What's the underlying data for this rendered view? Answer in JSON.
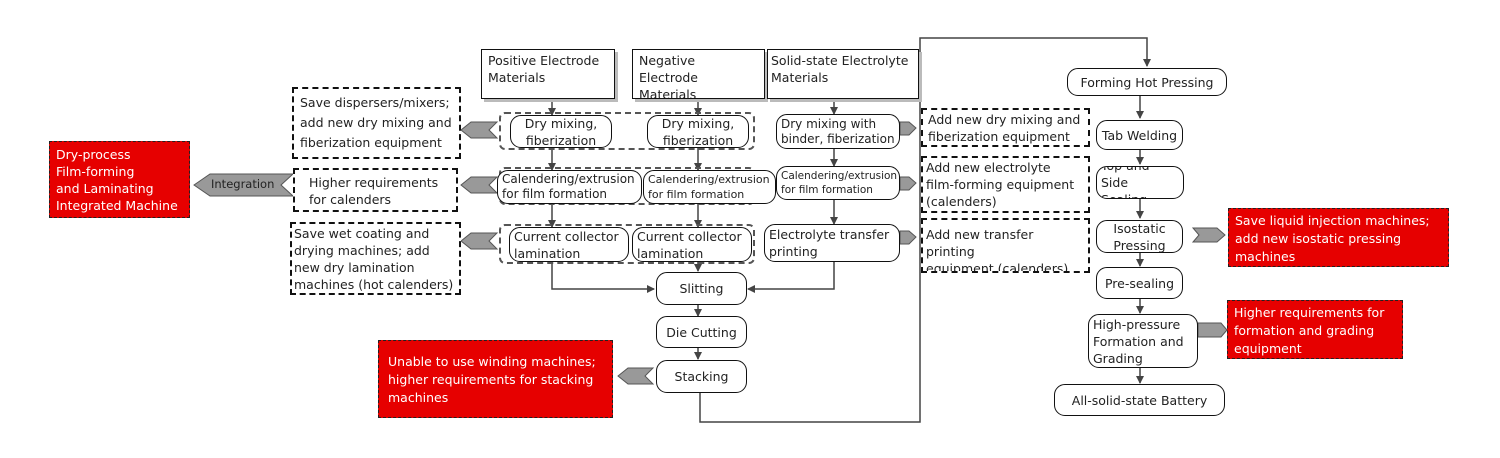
{
  "colors": {
    "red_note": "#e60000",
    "connector": "#999999",
    "line": "#444444"
  },
  "inputs": {
    "positive": "Positive Electrode\nMaterials",
    "negative": "Negative Electrode\nMaterials",
    "electrolyte": "Solid-state Electrolyte\nMaterials"
  },
  "electrode_steps": {
    "dry_mixing": "Dry mixing,\nfiberization",
    "calendering": "Calendering/extrusion\nfor film formation",
    "lamination": "Current collector\nlamination"
  },
  "electrolyte_steps": {
    "dry_mixing_binder": "Dry mixing with\nbinder, fiberization",
    "calendering": "Calendering/extrusion\nfor film formation",
    "transfer_printing": "Electrolyte transfer\nprinting"
  },
  "mid_steps": {
    "slitting": "Slitting",
    "die_cutting": "Die Cutting",
    "stacking": "Stacking"
  },
  "right_steps": {
    "forming_hot_pressing": "Forming Hot Pressing",
    "tab_welding": "Tab Welding",
    "top_side_sealing": "Top and Side\nSealing",
    "isostatic_pressing": "Isostatic\nPressing",
    "pre_sealing": "Pre-sealing",
    "formation_grading": "High-pressure\nFormation and\nGrading",
    "battery": "All-solid-state Battery"
  },
  "left_notes": {
    "mixers": "Save dispersers/mixers;\nadd new dry mixing and\nfiberization equipment",
    "calenders": "Higher requirements\nfor calenders",
    "coating": "Save wet coating and\ndrying machines; add\nnew dry lamination\nmachines (hot calenders)"
  },
  "electrolyte_notes": {
    "dry_mixing": "Add new dry mixing and\nfiberization equipment",
    "film_forming": "Add new electrolyte\nfilm-forming equipment\n(calenders)",
    "transfer": "Add new transfer printing\nequipment (calenders)"
  },
  "red_notes": {
    "integrated_machine": "Dry-process\nFilm-forming\nand Laminating\nIntegrated Machine",
    "stacking": "Unable to use winding machines;\nhigher requirements for stacking\nmachines",
    "isostatic": "Save liquid injection machines;\nadd new isostatic pressing\nmachines",
    "formation": "Higher requirements for\nformation and grading\nequipment"
  },
  "integration_label": "Integration"
}
